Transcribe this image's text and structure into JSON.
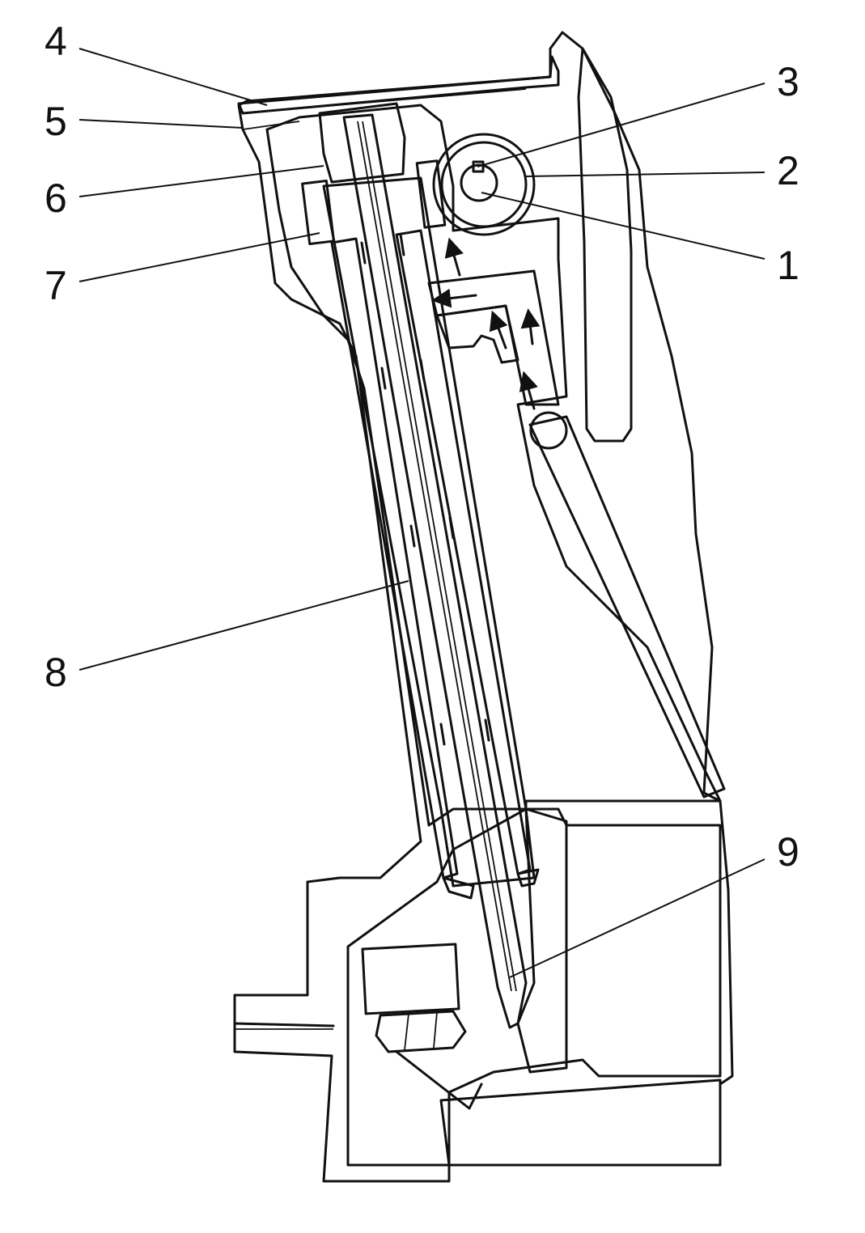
{
  "figure": {
    "callouts": [
      {
        "id": "1",
        "label": "1"
      },
      {
        "id": "2",
        "label": "2"
      },
      {
        "id": "3",
        "label": "3"
      },
      {
        "id": "4",
        "label": "4"
      },
      {
        "id": "5",
        "label": "5"
      },
      {
        "id": "6",
        "label": "6"
      },
      {
        "id": "7",
        "label": "7"
      },
      {
        "id": "8",
        "label": "8"
      },
      {
        "id": "9",
        "label": "9"
      }
    ],
    "colors": {
      "line": "#111111",
      "background": "#ffffff"
    }
  }
}
